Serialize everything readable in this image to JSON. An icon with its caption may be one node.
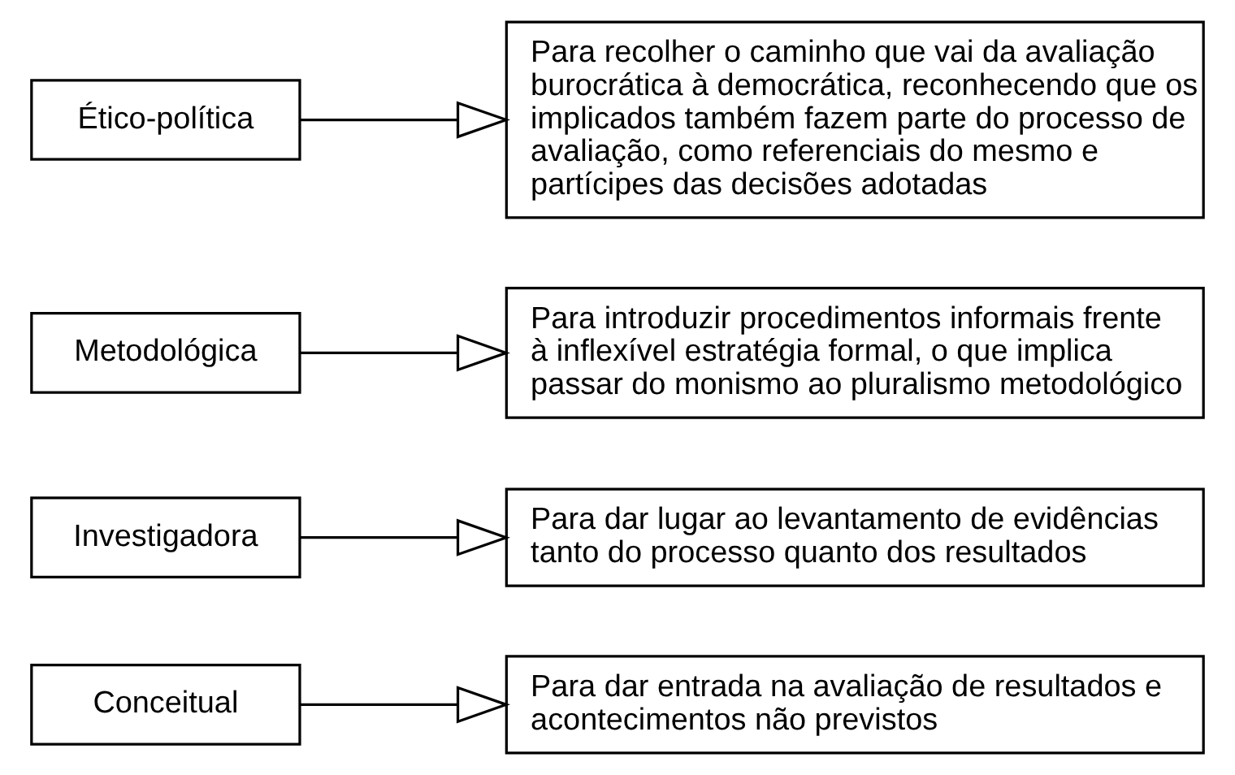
{
  "diagram": {
    "nodes": [
      {
        "text": [
          "Conceitual"
        ]
      },
      {
        "text": [
          "Para dar entrada na avaliação de resultados e acontecimentos não previstos"
        ]
      },
      {
        "text": [
          "Investigadora"
        ]
      },
      {
        "text": [
          "Para dar lugar ao levantamento de evidências tanto do processo quanto dos resultados"
        ]
      },
      {
        "text": [
          "Metodológica"
        ]
      },
      {
        "text": [
          "Para introduzir procedimentos informais frente à inflexível estratégia formal, o que implica passar do monismo ao pluralismo metodológico"
        ]
      },
      {
        "text": [
          "Ético-política"
        ]
      },
      {
        "text": [
          "Para recolher o caminho que vai da avaliação burocrática à democrática, reconhecendo que os implicados também fazem parte do processo de avaliação, como referenciais do mesmo e partícipes das decisões adotadas"
        ]
      }
    ],
    "edges": [
      {
        "from": 0,
        "to": 1,
        "arrow": "to"
      },
      {
        "from": 2,
        "to": 3,
        "arrow": "to"
      },
      {
        "from": 4,
        "to": 5,
        "arrow": "to"
      },
      {
        "from": 6,
        "to": 7,
        "arrow": "to"
      }
    ]
  }
}
